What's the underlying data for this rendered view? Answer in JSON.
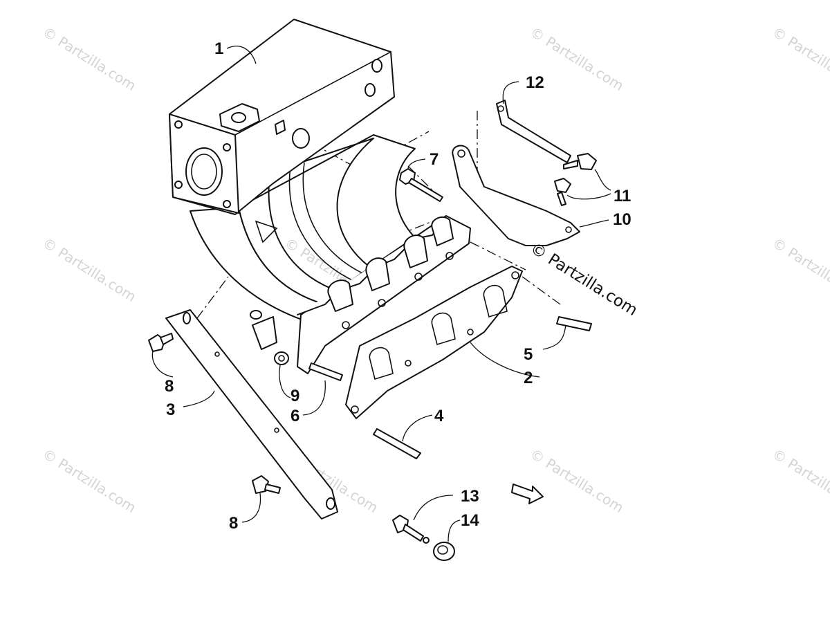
{
  "diagram": {
    "callouts": {
      "c1": "1",
      "c2": "2",
      "c3": "3",
      "c4": "4",
      "c5": "5",
      "c6": "6",
      "c7": "7",
      "c8a": "8",
      "c8b": "8",
      "c9": "9",
      "c10": "10",
      "c11": "11",
      "c12": "12",
      "c13": "13",
      "c14": "14"
    },
    "watermarks": {
      "main": "© Partzilla.com",
      "faint": "© Partzilla.com"
    }
  }
}
